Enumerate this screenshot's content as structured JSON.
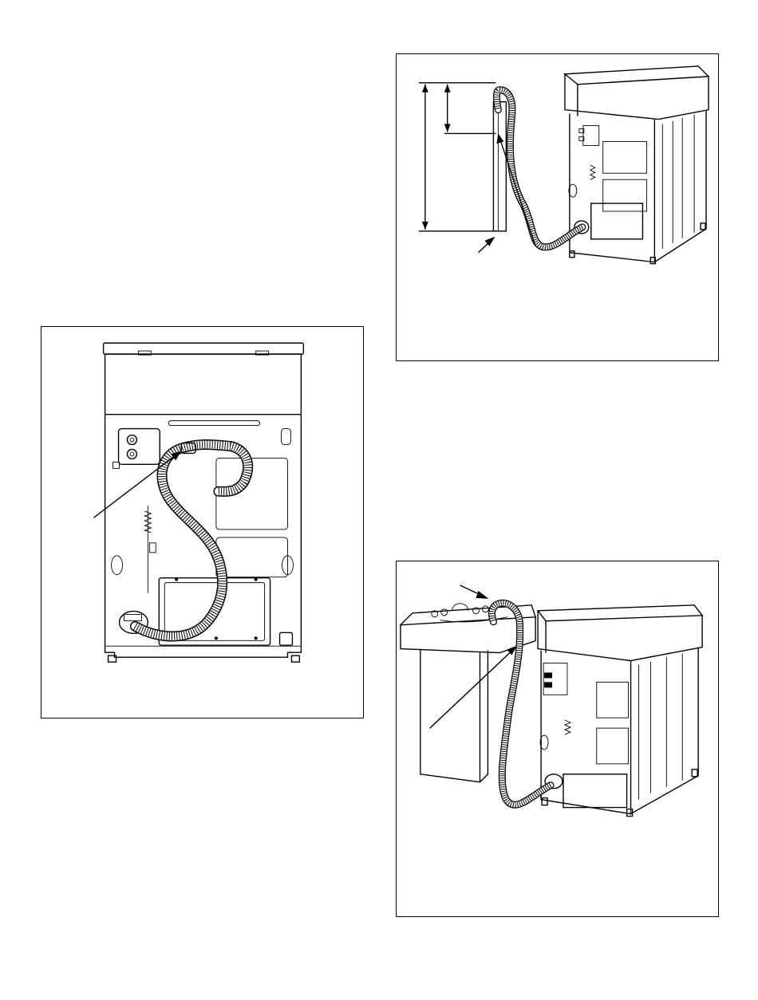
{
  "page": {
    "figures": [
      {
        "id": "washer-back-view",
        "callouts": 1
      },
      {
        "id": "standpipe-drain",
        "callouts": 2,
        "dimension_marks": 2
      },
      {
        "id": "laundry-tub-drain",
        "callouts": 2
      }
    ]
  },
  "colors": {
    "line": "#000000",
    "background": "#ffffff"
  }
}
